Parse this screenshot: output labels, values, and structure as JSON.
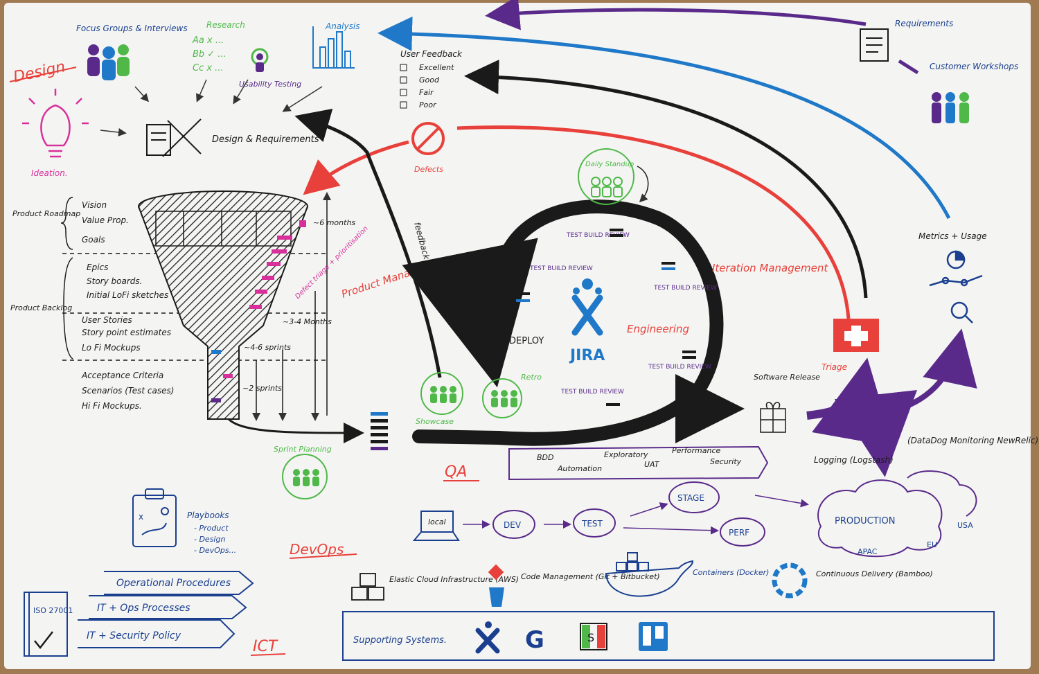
{
  "colors": {
    "board": "#f4f5f3",
    "frame": "#a07a52",
    "red": "#e8403a",
    "blue": "#1f78c8",
    "navy": "#1b3f8f",
    "purple": "#5a2a8a",
    "green": "#4fb848",
    "magenta": "#d8309a",
    "black": "#1a1a1a"
  },
  "design": {
    "title": "Design",
    "focus_groups": "Focus Groups & Interviews",
    "research": "Research",
    "research_rows": [
      "Aa x ...",
      "Bb ✓ ...",
      "Cc x ..."
    ],
    "analysis": "Analysis",
    "usability": "Usability Testing",
    "ideation": "Ideation.",
    "design_req": "Design & Requirements"
  },
  "feedback": {
    "title": "User Feedback",
    "options": [
      "Excellent",
      "Good",
      "Fair",
      "Poor"
    ]
  },
  "right_top": {
    "requirements": "Requirements",
    "workshops": "Customer Workshops"
  },
  "labels": {
    "defects": "Defects",
    "feedback_arrow": "feedback",
    "daily_standup": "Daily Standup",
    "iteration": "Iteration Management",
    "engineering": "Engineering",
    "jira": "JIRA",
    "deploy": "DEPLOY",
    "tbr": "TEST BUILD REVIEW",
    "retro": "Retro",
    "showcase": "Showcase",
    "sprint_planning": "Sprint Planning",
    "qa": "QA",
    "product_mgmt": "Product Management",
    "defect_triage": "Defect triage + prioritisation",
    "six_months": "~6 months",
    "three_four_months": "~3-4 Months",
    "four_six_sprints": "~4-6 sprints",
    "two_sprints": "~2 sprints",
    "software_release": "Software Release",
    "triage": "Triage",
    "metrics": "Metrics + Usage",
    "monitoring": "(DataDog Monitoring NewRelic)",
    "logging": "Logging (Logstash)"
  },
  "roadmap": {
    "product_roadmap": "Product Roadmap",
    "product_backlog": "Product Backlog",
    "groups": [
      [
        "Vision",
        "Value Prop.",
        "Goals"
      ],
      [
        "Epics",
        "Story boards.",
        "Initial LoFi sketches"
      ],
      [
        "User Stories",
        "Story point estimates",
        "Lo Fi Mockups"
      ],
      [
        "Acceptance Criteria",
        "Scenarios (Test cases)",
        "Hi Fi Mockups."
      ]
    ]
  },
  "qa_items": [
    "BDD",
    "Automation",
    "Exploratory",
    "UAT",
    "Performance",
    "Security"
  ],
  "devops": {
    "title": "DevOps",
    "local": "local",
    "envs": [
      "DEV",
      "TEST",
      "STAGE",
      "PERF"
    ],
    "production": "PRODUCTION",
    "regions": [
      "APAC",
      "EU",
      "USA"
    ],
    "playbooks": "Playbooks",
    "playbook_items": [
      "- Product",
      "- Design",
      "- DevOps..."
    ],
    "elastic": "Elastic Cloud Infrastructure (AWS)",
    "code_mgmt": "Code Management (Git + Bitbucket)",
    "containers": "Containers (Docker)",
    "cd": "Continuous Delivery (Bamboo)"
  },
  "ict": {
    "title": "ICT",
    "iso": "ISO 27001",
    "banners": [
      "Operational Procedures",
      "IT + Ops Processes",
      "IT + Security Policy"
    ],
    "supporting": "Supporting Systems."
  }
}
